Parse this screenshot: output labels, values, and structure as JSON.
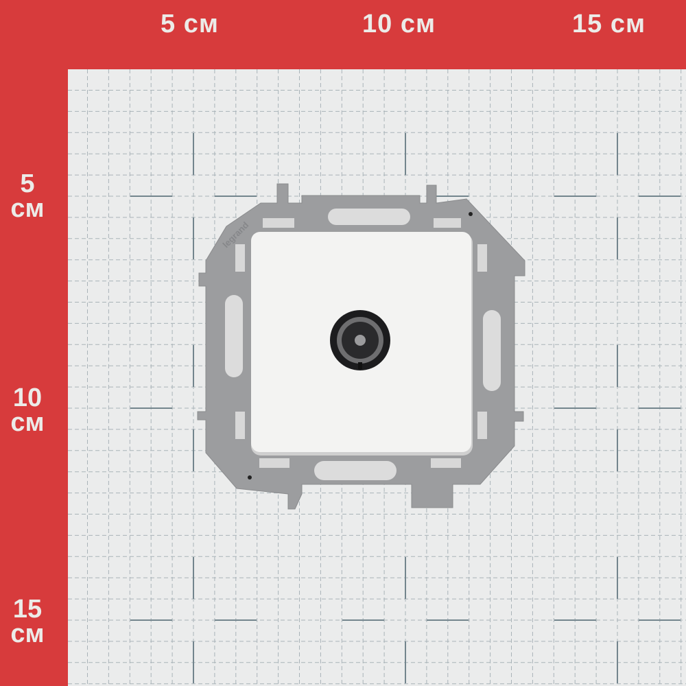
{
  "ruler": {
    "top": [
      "5 см",
      "10 см",
      "15 см"
    ],
    "side": [
      {
        "num": "5",
        "unit": "см"
      },
      {
        "num": "10",
        "unit": "см"
      },
      {
        "num": "15",
        "unit": "см"
      }
    ]
  },
  "product": {
    "logo": "legrand",
    "type": "coaxial TV socket"
  },
  "colors": {
    "ruler_red": "#d73b3c",
    "grid_paper": "#ebecec",
    "frame_gray": "#9a9b9d",
    "plate_white": "#f4f4f3"
  }
}
